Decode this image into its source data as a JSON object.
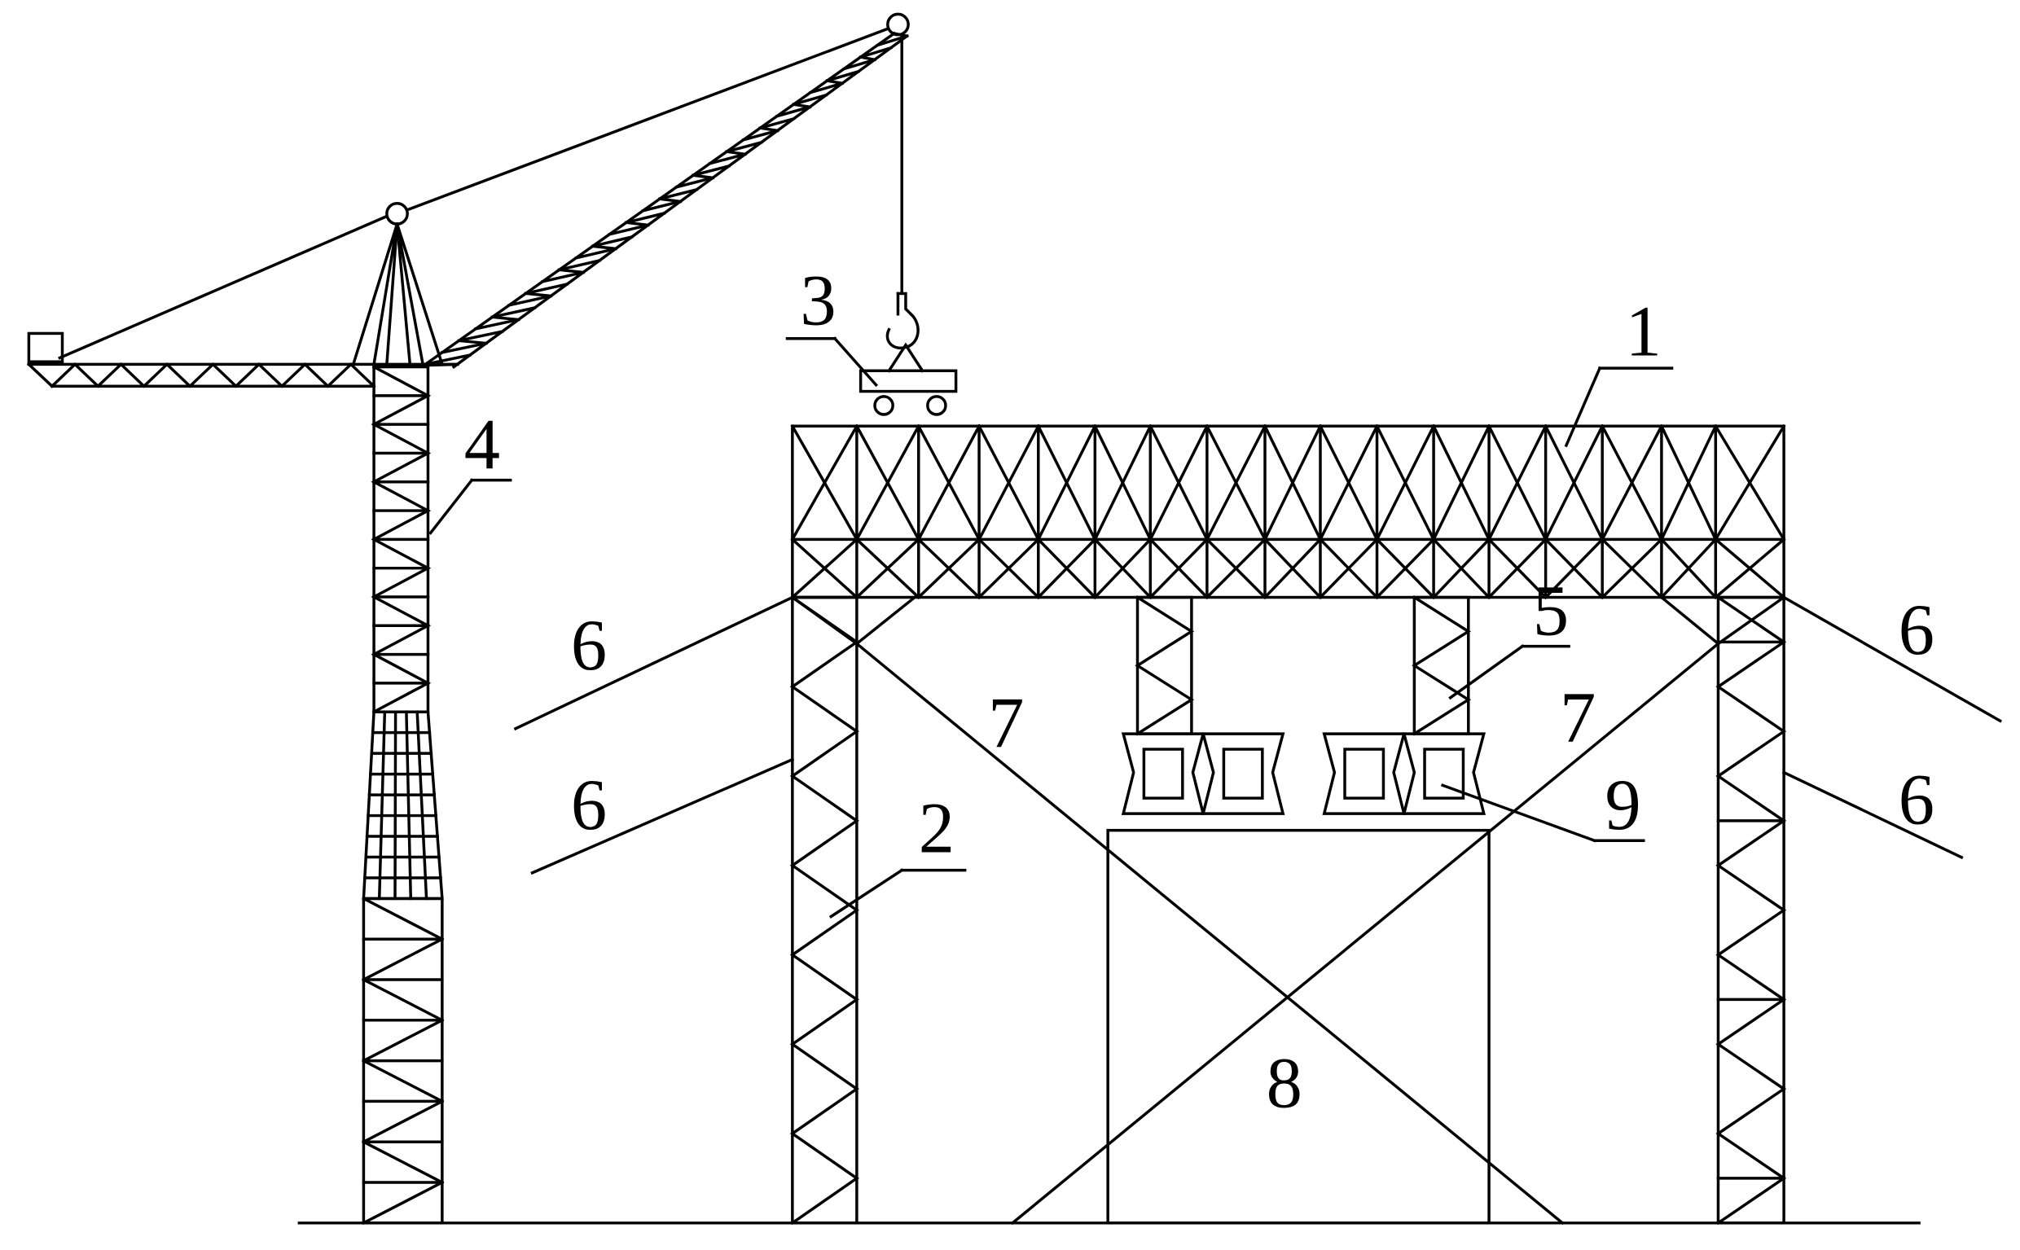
{
  "diagram": {
    "labels": {
      "gantry_beam": "1",
      "gantry_column": "2",
      "trolley": "3",
      "tower_crane_mast": "4",
      "hanger_strut": "5",
      "cable_wind_top_left": "6",
      "cable_wind_mid_left": "6",
      "cable_wind_top_right": "6",
      "cable_wind_mid_right": "6",
      "diagonal_brace_left": "7",
      "diagonal_brace_right": "7",
      "support_frame": "8",
      "girder_segment": "9"
    },
    "colors": {
      "line": "#000000",
      "background": "#ffffff"
    }
  }
}
